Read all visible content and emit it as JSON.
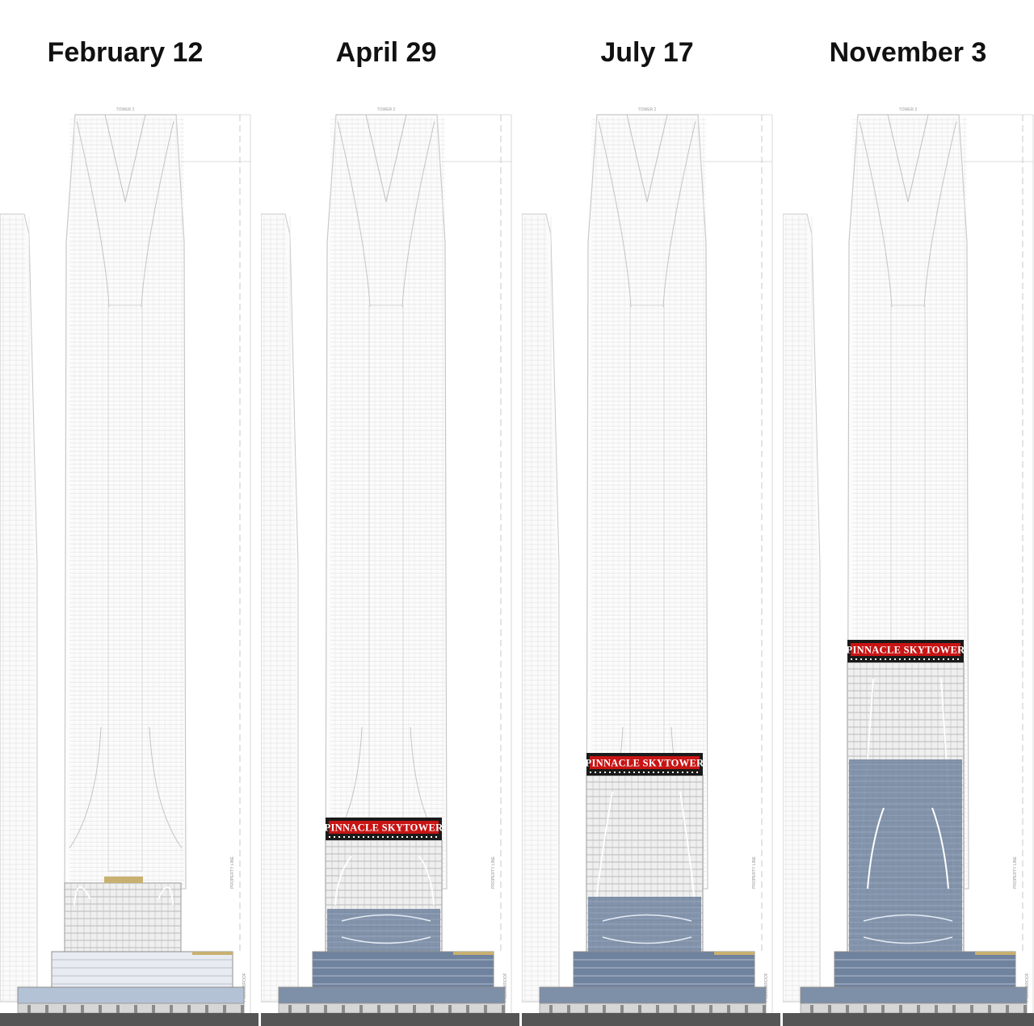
{
  "panels": [
    {
      "date": "February 12",
      "progress_floors": 0,
      "has_sign": false,
      "glass_rows": 0
    },
    {
      "date": "April 29",
      "progress_floors": 1,
      "has_sign": true,
      "glass_rows": 1
    },
    {
      "date": "July 17",
      "progress_floors": 2,
      "has_sign": true,
      "glass_rows": 2
    },
    {
      "date": "November 3",
      "progress_floors": 3,
      "has_sign": true,
      "glass_rows": 3
    }
  ],
  "sign_label": "PINNACLE SKYTOWER",
  "tower_label": "TOWER 2",
  "property_line_label": "PROPERTY LINE",
  "podium_label": "PODIUM/ROOF",
  "colors": {
    "outline": "#c8c8c8",
    "glass": "#6f829e",
    "glass_light": "#a9b8cf",
    "sign_red": "#c81414",
    "sign_dark": "#1a1a1a",
    "gold": "#c8b070",
    "ground": "#555555"
  }
}
